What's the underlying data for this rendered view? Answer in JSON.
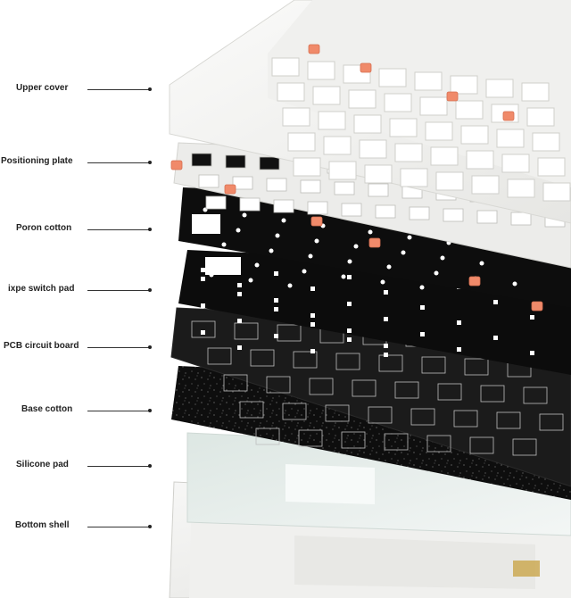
{
  "diagram": {
    "layers": [
      {
        "id": "upper-cover",
        "label": "Upper cover"
      },
      {
        "id": "positioning-plate",
        "label": "Positioning plate"
      },
      {
        "id": "poron-cotton",
        "label": "Poron cotton"
      },
      {
        "id": "ixpe-switch-pad",
        "label": "ixpe switch pad"
      },
      {
        "id": "pcb-circuit-board",
        "label": "PCB circuit board"
      },
      {
        "id": "base-cotton",
        "label": "Base cotton"
      },
      {
        "id": "silicone-pad",
        "label": "Silicone pad"
      },
      {
        "id": "bottom-shell",
        "label": "Bottom shell"
      }
    ],
    "colors": {
      "shell_white": "#f4f4f2",
      "plate_white": "#eeeeec",
      "foam_black": "#0d0d0d",
      "pcb_dark": "#1c1c1c",
      "stabilizer_orange": "#f08a6a",
      "silicone": "#e4ebe8"
    }
  }
}
